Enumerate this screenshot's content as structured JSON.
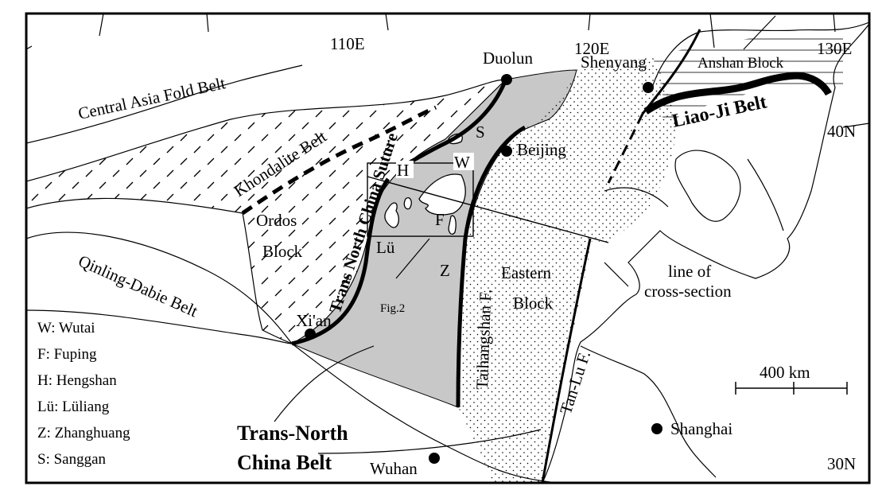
{
  "map": {
    "graticule": {
      "lon_110": "110E",
      "lon_120": "120E",
      "lon_130": "130E",
      "lat_40": "40N",
      "lat_30": "30N"
    },
    "cities": {
      "duolun": "Duolun",
      "shenyang": "Shenyang",
      "beijing": "Beijing",
      "xian": "Xi'an",
      "shanghai": "Shanghai",
      "wuhan": "Wuhan"
    },
    "units": {
      "central_asia": "Central Asia Fold Belt",
      "khondalite": "Khondalite Belt",
      "suture": "Trans North China Suture",
      "ordos_1": "Ordos",
      "ordos_2": "Block",
      "qinling": "Qinling-Dabie Belt",
      "taihangshan": "Taihangshan F.",
      "eastern_1": "Eastern",
      "eastern_2": "Block",
      "tanlu": "Tan-Lu F.",
      "anshan": "Anshan Block",
      "liaoji": "Liao-Ji Belt",
      "tnc_belt_1": "Trans-North",
      "tnc_belt_2": "China Belt"
    },
    "complex_letters": {
      "h": "H",
      "w": "W",
      "s": "S",
      "f": "F",
      "lu": "Lü",
      "z": "Z"
    },
    "annotations": {
      "fig2": "Fig.2",
      "cross_1": "line of",
      "cross_2": "cross-section"
    },
    "scale_bar": "400 km",
    "legend": [
      "W: Wutai",
      "F: Fuping",
      "H: Hengshan",
      "Lü: Lüliang",
      "Z: Zhanghuang",
      "S: Sanggan"
    ],
    "colors": {
      "grey_belt": "#c8c8c8",
      "lines": "#000000"
    }
  }
}
